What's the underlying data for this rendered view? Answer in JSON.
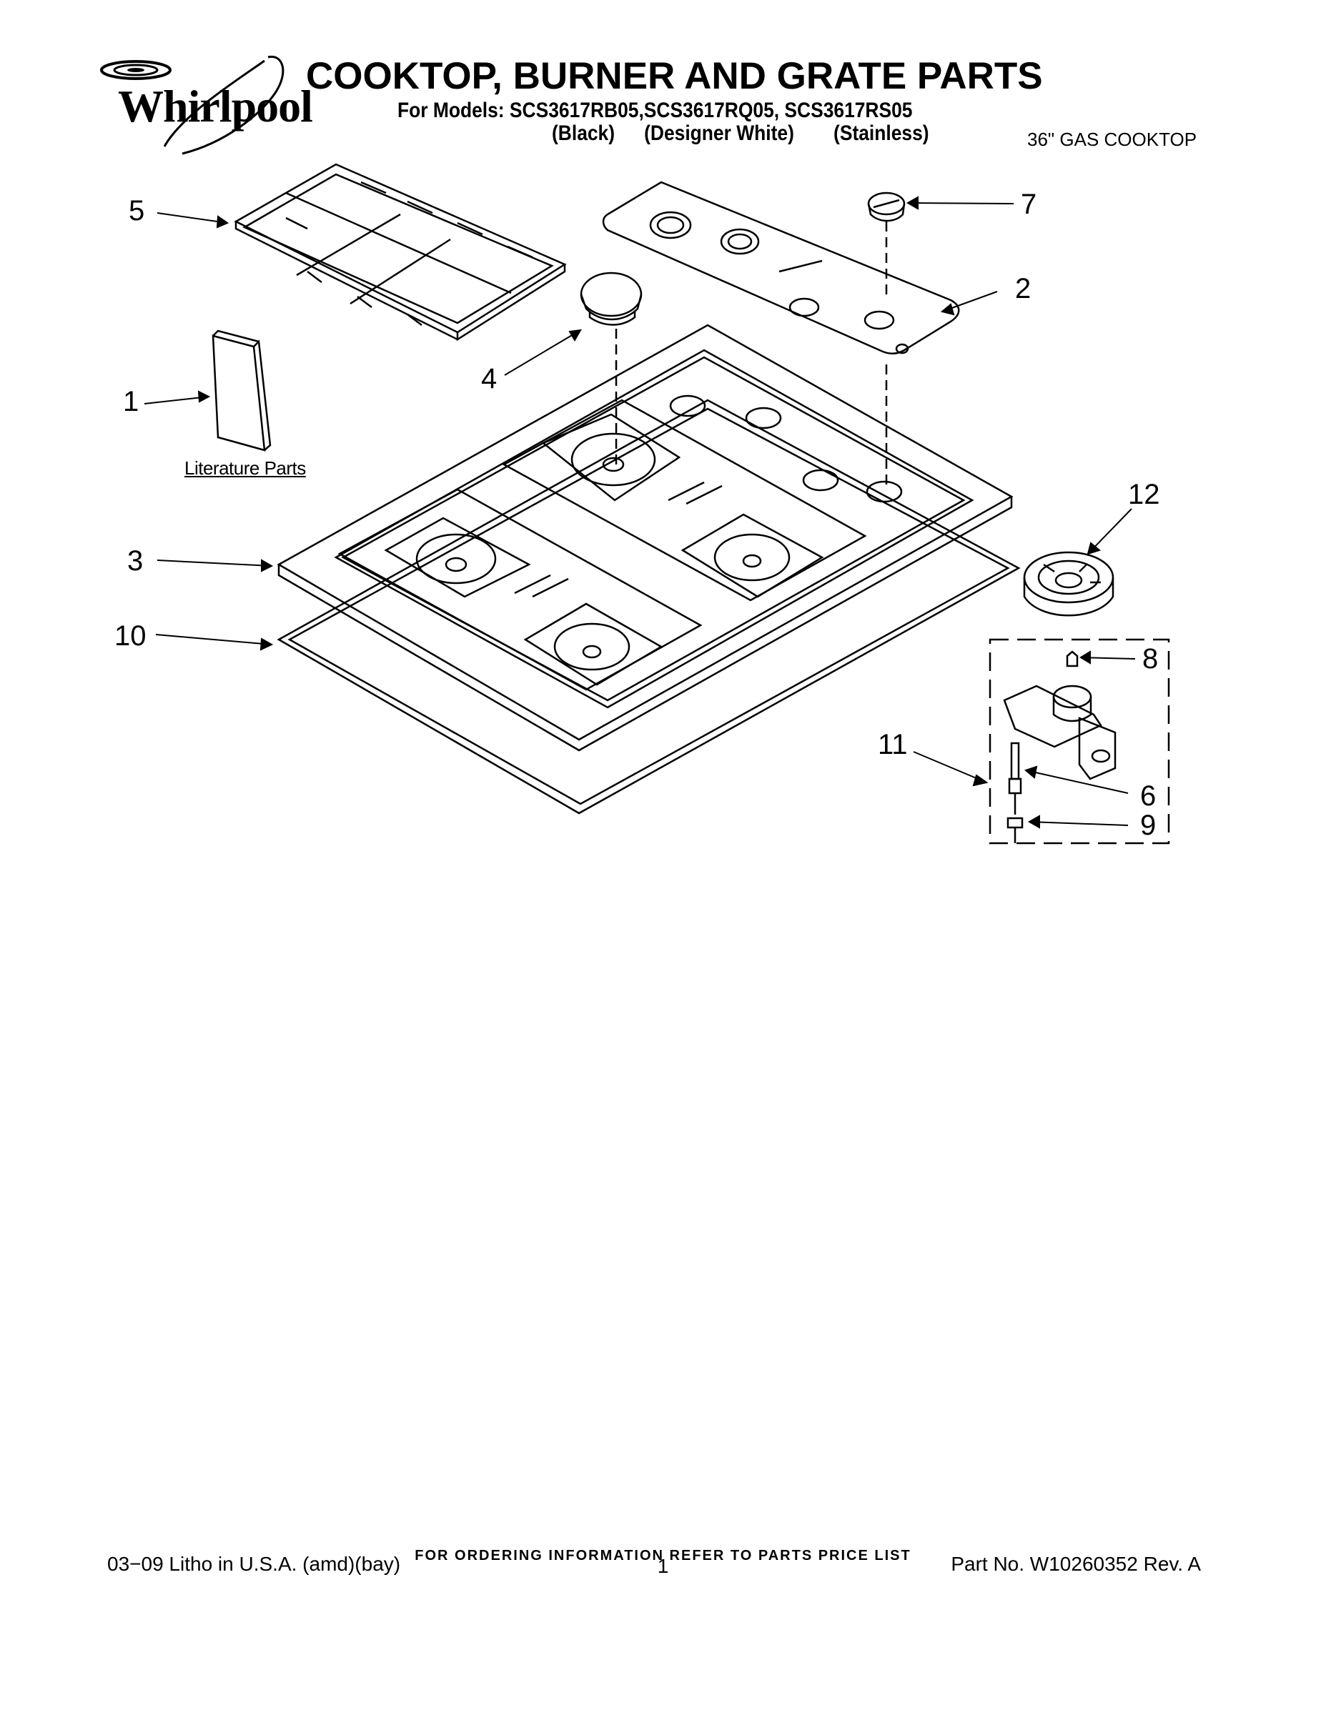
{
  "header": {
    "brand": "Whirlpool",
    "title": "COOKTOP, BURNER AND GRATE PARTS",
    "models_line": "For Models: SCS3617RB05,SCS3617RQ05, SCS3617RS05",
    "variants": [
      "(Black)",
      "(Designer White)",
      "(Stainless)"
    ],
    "product_type": "36\" GAS COOKTOP"
  },
  "callouts": {
    "c1": "1",
    "c2": "2",
    "c3": "3",
    "c4": "4",
    "c5": "5",
    "c6": "6",
    "c7": "7",
    "c8": "8",
    "c9": "9",
    "c10": "10",
    "c11": "11",
    "c12": "12"
  },
  "literature_label": "Literature Parts",
  "footer": {
    "ordering_note": "FOR ORDERING INFORMATION REFER TO PARTS PRICE LIST",
    "litho": "03−09 Litho in U.S.A. (amd)(bay)",
    "page_number": "1",
    "part_number": "Part No. W10260352 Rev. A"
  }
}
